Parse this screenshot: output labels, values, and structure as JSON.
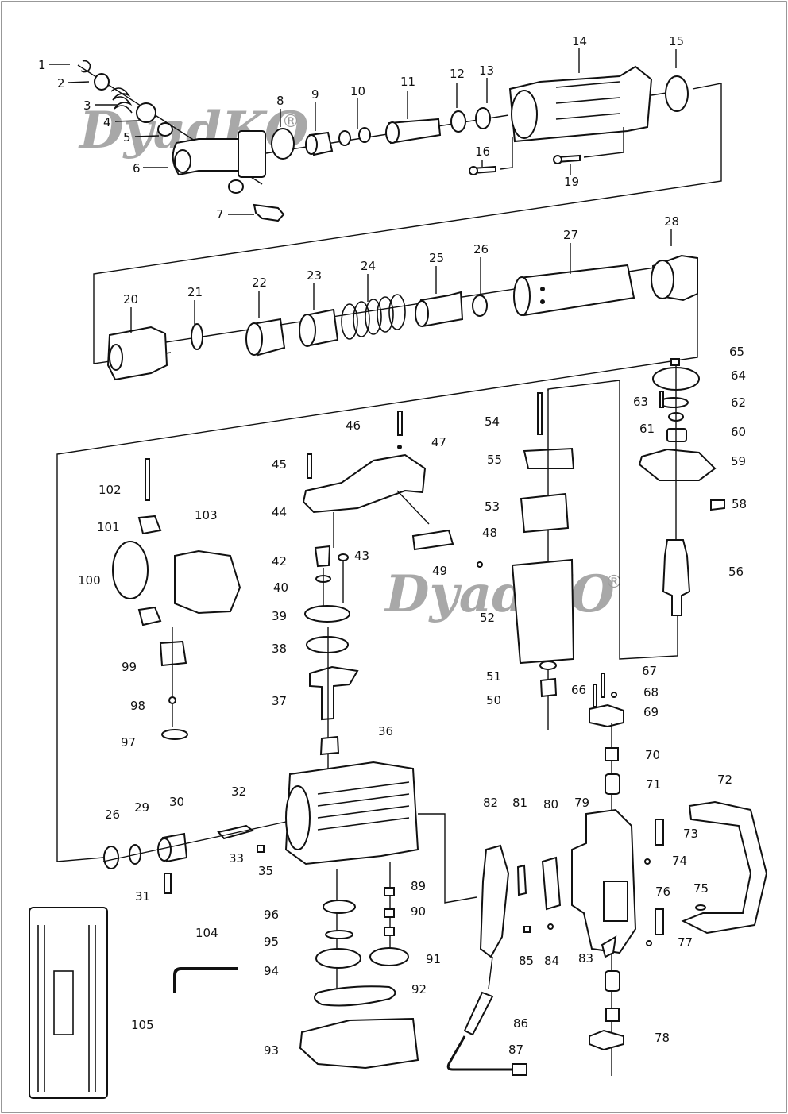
{
  "diagram": {
    "type": "exploded-parts-diagram",
    "subject": "Demolition hammer / breaker",
    "watermark": "DyadKO",
    "watermark_mark": "®",
    "colors": {
      "lines": "#111111",
      "background": "#ffffff",
      "watermark": "#9a9a9a"
    },
    "labels": [
      {
        "id": "1",
        "text": "1"
      },
      {
        "id": "2",
        "text": "2"
      },
      {
        "id": "3",
        "text": "3"
      },
      {
        "id": "4",
        "text": "4"
      },
      {
        "id": "5",
        "text": "5"
      },
      {
        "id": "6",
        "text": "6"
      },
      {
        "id": "7",
        "text": "7"
      },
      {
        "id": "8",
        "text": "8"
      },
      {
        "id": "9",
        "text": "9"
      },
      {
        "id": "10",
        "text": "10"
      },
      {
        "id": "11",
        "text": "11"
      },
      {
        "id": "12",
        "text": "12"
      },
      {
        "id": "13",
        "text": "13"
      },
      {
        "id": "14",
        "text": "14"
      },
      {
        "id": "15",
        "text": "15"
      },
      {
        "id": "16",
        "text": "16"
      },
      {
        "id": "19",
        "text": "19"
      },
      {
        "id": "20",
        "text": "20"
      },
      {
        "id": "21",
        "text": "21"
      },
      {
        "id": "22",
        "text": "22"
      },
      {
        "id": "23",
        "text": "23"
      },
      {
        "id": "24",
        "text": "24"
      },
      {
        "id": "25",
        "text": "25"
      },
      {
        "id": "26",
        "text": "26"
      },
      {
        "id": "27",
        "text": "27"
      },
      {
        "id": "28",
        "text": "28"
      },
      {
        "id": "26b",
        "text": "26"
      },
      {
        "id": "29",
        "text": "29"
      },
      {
        "id": "30",
        "text": "30"
      },
      {
        "id": "31",
        "text": "31"
      },
      {
        "id": "32",
        "text": "32"
      },
      {
        "id": "33",
        "text": "33"
      },
      {
        "id": "35",
        "text": "35"
      },
      {
        "id": "36",
        "text": "36"
      },
      {
        "id": "37",
        "text": "37"
      },
      {
        "id": "38",
        "text": "38"
      },
      {
        "id": "39",
        "text": "39"
      },
      {
        "id": "40",
        "text": "40"
      },
      {
        "id": "42",
        "text": "42"
      },
      {
        "id": "43",
        "text": "43"
      },
      {
        "id": "44",
        "text": "44"
      },
      {
        "id": "45",
        "text": "45"
      },
      {
        "id": "46",
        "text": "46"
      },
      {
        "id": "47",
        "text": "47"
      },
      {
        "id": "48",
        "text": "48"
      },
      {
        "id": "49",
        "text": "49"
      },
      {
        "id": "50",
        "text": "50"
      },
      {
        "id": "51",
        "text": "51"
      },
      {
        "id": "52",
        "text": "52"
      },
      {
        "id": "53",
        "text": "53"
      },
      {
        "id": "54",
        "text": "54"
      },
      {
        "id": "55",
        "text": "55"
      },
      {
        "id": "56",
        "text": "56"
      },
      {
        "id": "58",
        "text": "58"
      },
      {
        "id": "59",
        "text": "59"
      },
      {
        "id": "60",
        "text": "60"
      },
      {
        "id": "61",
        "text": "61"
      },
      {
        "id": "62",
        "text": "62"
      },
      {
        "id": "63",
        "text": "63"
      },
      {
        "id": "64",
        "text": "64"
      },
      {
        "id": "65",
        "text": "65"
      },
      {
        "id": "66",
        "text": "66"
      },
      {
        "id": "67",
        "text": "67"
      },
      {
        "id": "68",
        "text": "68"
      },
      {
        "id": "69",
        "text": "69"
      },
      {
        "id": "70",
        "text": "70"
      },
      {
        "id": "71",
        "text": "71"
      },
      {
        "id": "72",
        "text": "72"
      },
      {
        "id": "73",
        "text": "73"
      },
      {
        "id": "74",
        "text": "74"
      },
      {
        "id": "75",
        "text": "75"
      },
      {
        "id": "76",
        "text": "76"
      },
      {
        "id": "77",
        "text": "77"
      },
      {
        "id": "78",
        "text": "78"
      },
      {
        "id": "79",
        "text": "79"
      },
      {
        "id": "80",
        "text": "80"
      },
      {
        "id": "81",
        "text": "81"
      },
      {
        "id": "82",
        "text": "82"
      },
      {
        "id": "83",
        "text": "83"
      },
      {
        "id": "84",
        "text": "84"
      },
      {
        "id": "85",
        "text": "85"
      },
      {
        "id": "86",
        "text": "86"
      },
      {
        "id": "87",
        "text": "87"
      },
      {
        "id": "89",
        "text": "89"
      },
      {
        "id": "90",
        "text": "90"
      },
      {
        "id": "91",
        "text": "91"
      },
      {
        "id": "92",
        "text": "92"
      },
      {
        "id": "93",
        "text": "93"
      },
      {
        "id": "94",
        "text": "94"
      },
      {
        "id": "95",
        "text": "95"
      },
      {
        "id": "96",
        "text": "96"
      },
      {
        "id": "97",
        "text": "97"
      },
      {
        "id": "98",
        "text": "98"
      },
      {
        "id": "99",
        "text": "99"
      },
      {
        "id": "100",
        "text": "100"
      },
      {
        "id": "101",
        "text": "101"
      },
      {
        "id": "102",
        "text": "102"
      },
      {
        "id": "103",
        "text": "103"
      },
      {
        "id": "104",
        "text": "104"
      },
      {
        "id": "105",
        "text": "105"
      }
    ]
  }
}
